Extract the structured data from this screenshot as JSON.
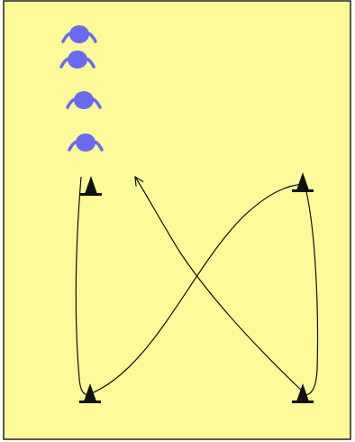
{
  "colors": {
    "field": "#fefa9a",
    "border": "#222222",
    "player": "#6a6af0",
    "cone": "#111111",
    "path": "#111111"
  },
  "players": [
    {
      "icon": "player-icon",
      "facing": "down"
    },
    {
      "icon": "player-icon",
      "facing": "down"
    },
    {
      "icon": "player-icon",
      "facing": "down"
    },
    {
      "icon": "player-icon",
      "facing": "down"
    }
  ],
  "cones": [
    {
      "icon": "cone-icon",
      "corner": "top-left"
    },
    {
      "icon": "cone-icon",
      "corner": "top-right"
    },
    {
      "icon": "cone-icon",
      "corner": "bottom-left"
    },
    {
      "icon": "cone-icon",
      "corner": "bottom-right"
    }
  ],
  "path": {
    "route": [
      "top-left",
      "bottom-left",
      "top-right",
      "bottom-right",
      "finish-arrow"
    ],
    "ends_with_arrow": true
  }
}
